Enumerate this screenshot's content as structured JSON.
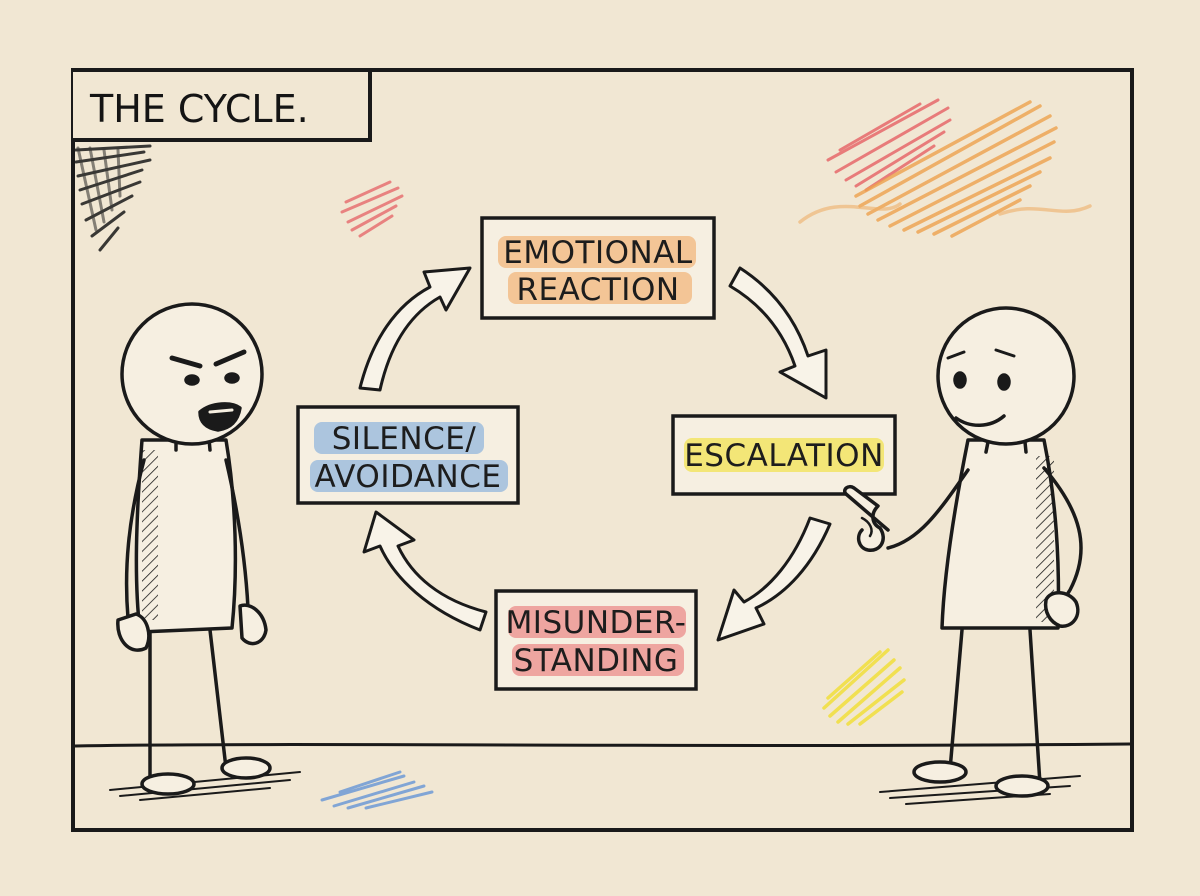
{
  "title": "THE CYCLE.",
  "nodes": [
    {
      "id": "emotional",
      "lines": [
        "EMOTIONAL",
        "REACTION"
      ],
      "highlight": "#f0a35a"
    },
    {
      "id": "escalation",
      "lines": [
        "ESCALATION"
      ],
      "highlight": "#f2e24a"
    },
    {
      "id": "misunderstanding",
      "lines": [
        "MISUNDER-",
        "STANDING"
      ],
      "highlight": "#e8686b"
    },
    {
      "id": "silence",
      "lines": [
        "SILENCE/",
        "AVOIDANCE"
      ],
      "highlight": "#6fa2dc"
    }
  ],
  "colors": {
    "paper": "#f1e7d3",
    "ink": "#1a1a1a",
    "red": "#e4575c",
    "orange": "#eea24e",
    "yellow": "#f1de3a",
    "blue": "#5b8fd6"
  },
  "figures": {
    "left": "angry-person",
    "right": "smiling-pointing-person"
  }
}
